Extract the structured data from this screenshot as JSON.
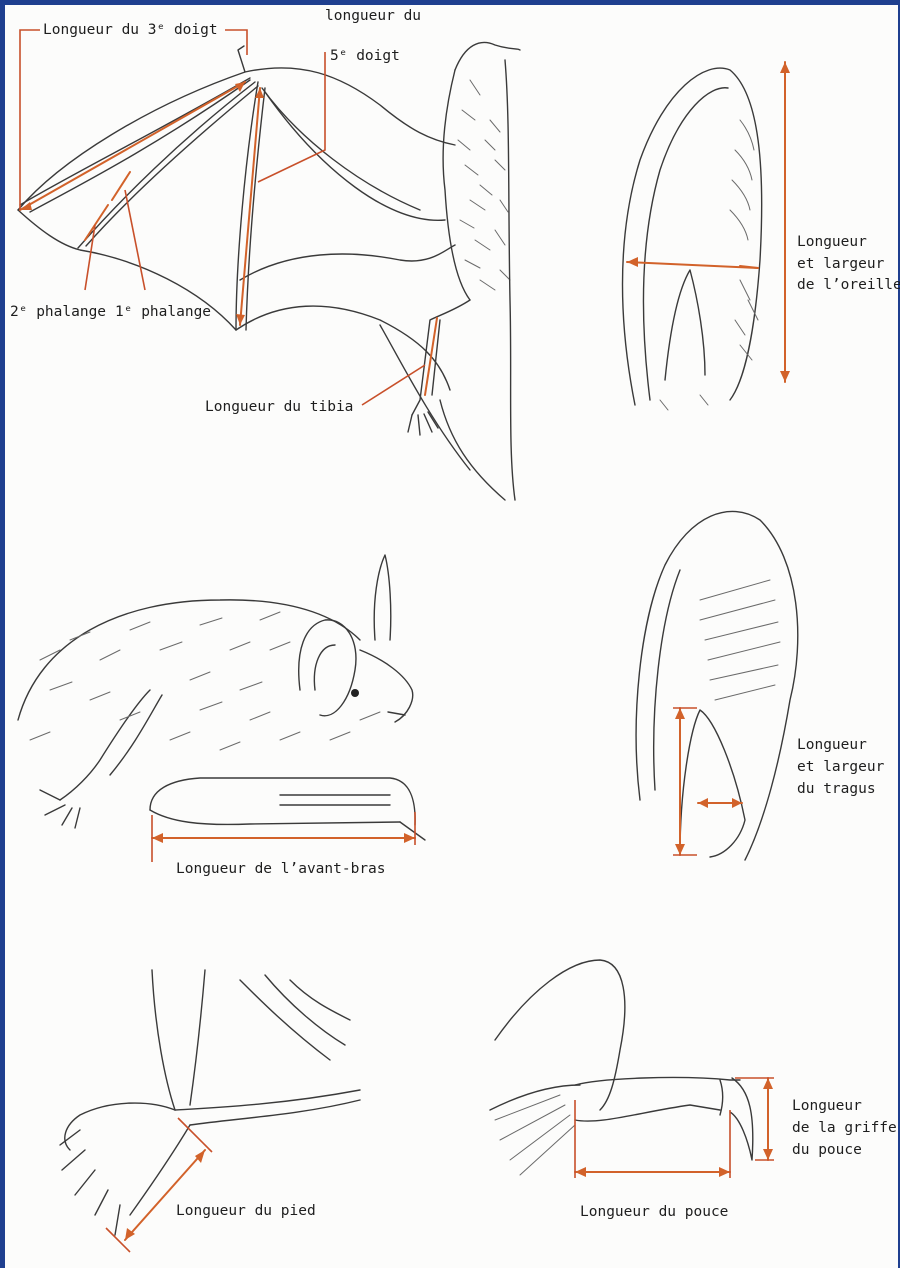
{
  "labels": {
    "third_finger": "Longueur du 3ᵉ doigt",
    "fifth_finger_line1": "longueur du",
    "fifth_finger_line2": "5ᵉ doigt",
    "phalanx2": "2ᵉ phalange",
    "phalanx1": "1ᵉ phalange",
    "tibia": "Longueur du tibia",
    "ear_line1": "Longueur",
    "ear_line2": "et largeur",
    "ear_line3": "de l’oreille",
    "forearm": "Longueur de l’avant-bras",
    "tragus_line1": "Longueur",
    "tragus_line2": "et largeur",
    "tragus_line3": "du tragus",
    "foot": "Longueur du pied",
    "thumb": "Longueur du pouce",
    "claw_line1": "Longueur",
    "claw_line2": "de la griffe",
    "claw_line3": "du pouce"
  },
  "colors": {
    "frame": "#1f3f8f",
    "measure": "#d2622a",
    "ink": "#3a3a3a"
  }
}
